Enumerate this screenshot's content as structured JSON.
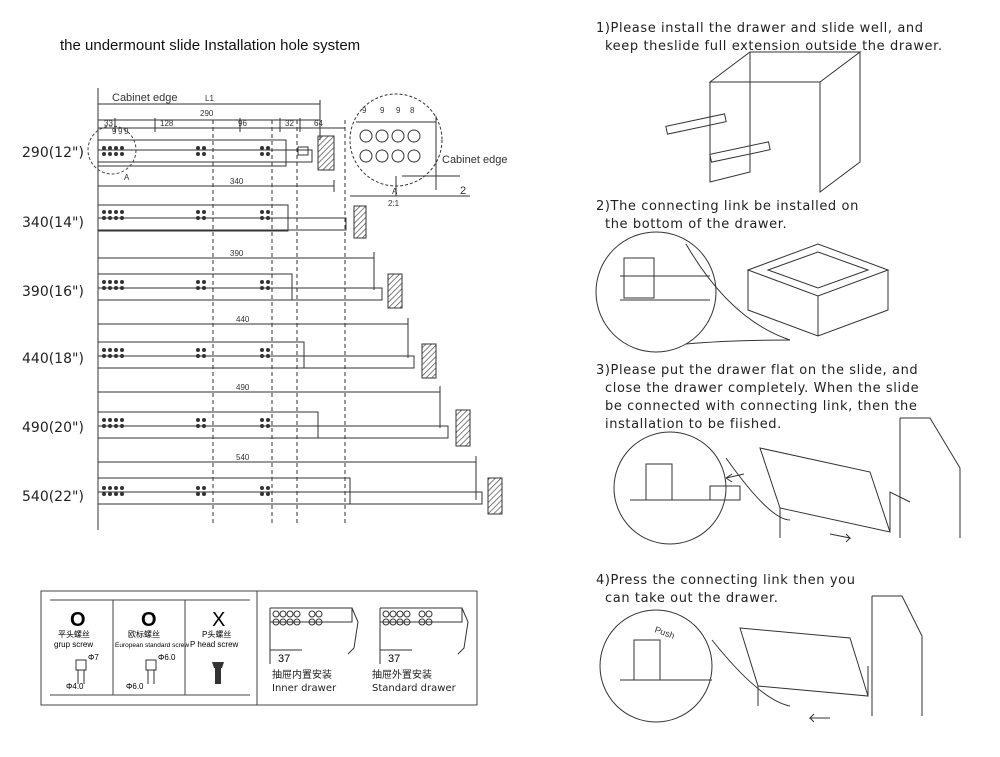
{
  "title": "the undermount slide Installation hole system",
  "left_diagram": {
    "cabinet_edge_label": "Cabinet edge",
    "l1_label": "L1",
    "top_dims": [
      "33",
      "128",
      "96",
      "32",
      "64"
    ],
    "hole_pitch": [
      "9",
      "9",
      "9"
    ],
    "detail_pitch": [
      "9",
      "9",
      "9",
      "8"
    ],
    "detail_cabinet_edge": "Cabinet edge",
    "detail_a": "A",
    "detail_ratio": "2:1",
    "detail_offset": "2",
    "marker_a": "A",
    "sizes": [
      {
        "label": "290(12\")",
        "length": "290"
      },
      {
        "label": "340(14\")",
        "length": "340"
      },
      {
        "label": "390(16\")",
        "length": "390"
      },
      {
        "label": "440(18\")",
        "length": "440"
      },
      {
        "label": "490(20\")",
        "length": "490"
      },
      {
        "label": "540(22\")",
        "length": "540"
      }
    ]
  },
  "legend": {
    "screws": [
      {
        "symbol": "O",
        "cn": "平头螺丝",
        "en": "grup screw",
        "dim1": "Φ7",
        "dim2": "Φ4.0"
      },
      {
        "symbol": "O",
        "cn": "欧标螺丝",
        "en": "European standard screw",
        "dim1": "Φ6.0",
        "dim2": "Φ6.0"
      },
      {
        "symbol": "X",
        "cn": "P头螺丝",
        "en": "P head screw"
      }
    ],
    "drawers": [
      {
        "dim": "37",
        "cn": "抽屉内置安装",
        "en": "Inner drawer"
      },
      {
        "dim": "37",
        "cn": "抽屉外置安装",
        "en": "Standard drawer"
      }
    ]
  },
  "steps": [
    {
      "line1": "1)Please install the drawer and slide well, and",
      "line2": "keep theslide full extension outside the drawer."
    },
    {
      "line1": "2)The connecting link be installed on",
      "line2": "the bottom of the drawer."
    },
    {
      "line1": "3)Please put the drawer flat on the slide, and",
      "line2": "close the drawer completely. When the slide",
      "line3": "be connected with connecting link, then the",
      "line4": "installation to be fiished."
    },
    {
      "line1": "4)Press the connecting link then you",
      "line2": "can take out the drawer.",
      "push": "Push"
    }
  ]
}
